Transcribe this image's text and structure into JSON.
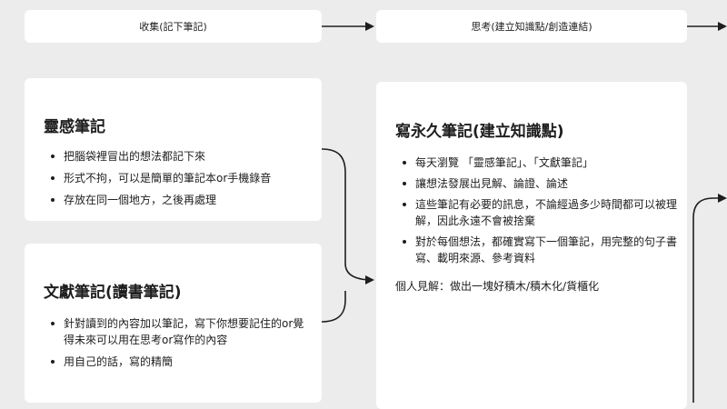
{
  "headers": {
    "collect": "收集(記下筆記)",
    "think": "思考(建立知識點/創造連結)"
  },
  "fleeting": {
    "title": "靈感筆記",
    "items": [
      "把腦袋裡冒出的想法都記下來",
      "形式不拘，可以是簡單的筆記本or手機錄音",
      "存放在同一個地方，之後再處理"
    ]
  },
  "literature": {
    "title": "文獻筆記(讀書筆記)",
    "items": [
      "針對讀到的內容加以筆記，寫下你想要記住的or覺得未來可以用在思考or寫作的內容",
      "用自己的話，寫的精簡"
    ]
  },
  "permanent": {
    "title": "寫永久筆記(建立知識點)",
    "items": [
      "每天瀏覽 「靈感筆記」、「文獻筆記」",
      "讓想法發展出見解、論證、論述",
      "這些筆記有必要的訊息，不論經過多少時間都可以被理解，因此永遠不會被捨棄",
      "對於每個想法，都確實寫下一個筆記，用完整的句子書寫、載明來源、參考資料"
    ],
    "note": "個人見解：做出一塊好積木/積木化/貨櫃化"
  },
  "colors": {
    "background": "#ececec",
    "card": "#ffffff",
    "stroke": "#1e1e1e"
  }
}
